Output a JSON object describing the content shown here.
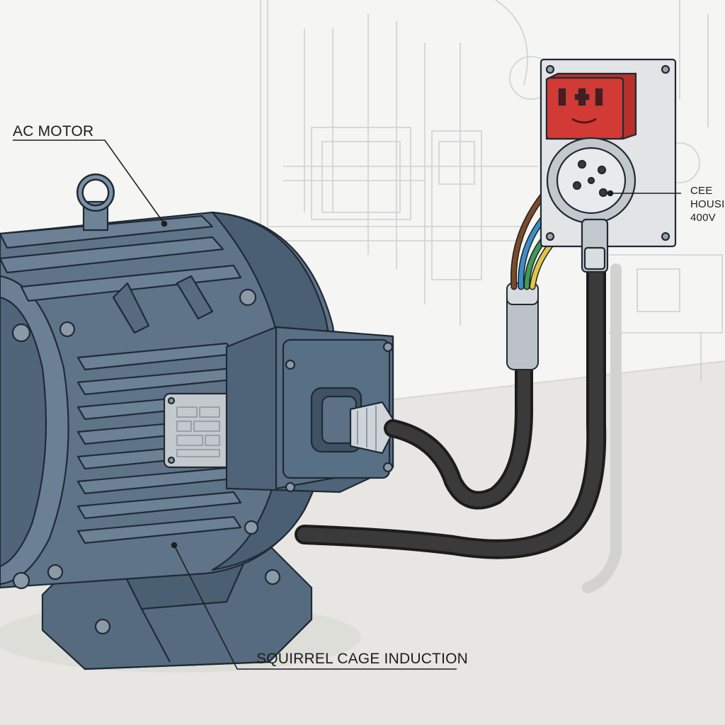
{
  "labels": {
    "ac_motor": "AC MOTOR",
    "squirrel_cage": "SQUIRREL CAGE INDUCTION",
    "cee_housing_line1": "CEE",
    "cee_housing_line2": "HOUSIG",
    "cee_housing_line3": "400V"
  },
  "colors": {
    "motor_body": "#5d7286",
    "motor_dark": "#3f5365",
    "socket_red": "#d13a35",
    "cable_black": "#2b2b2b",
    "wire_brown": "#7a4b2a",
    "wire_blue": "#3b8fc8",
    "wire_green": "#3f9a56",
    "wire_yellow": "#e1c64a",
    "wall_plate": "#e2e4e6"
  },
  "icons": {
    "motor": "ac-motor-illustration",
    "socket": "cee-socket-illustration",
    "cable": "power-cable-illustration"
  }
}
